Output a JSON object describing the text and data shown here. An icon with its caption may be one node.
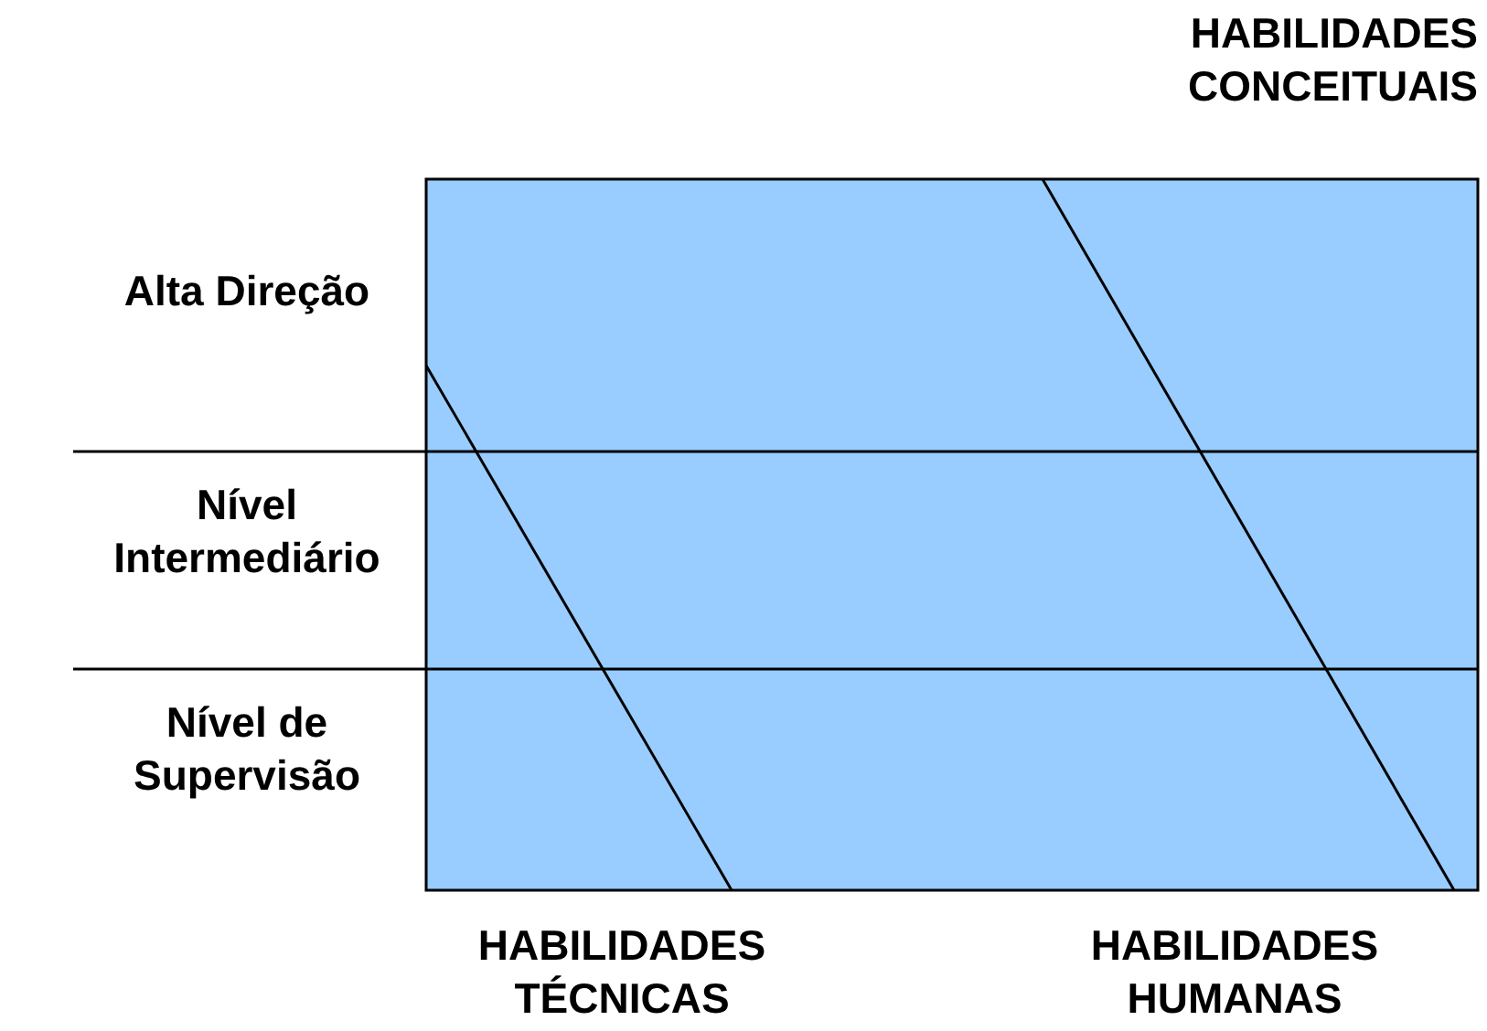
{
  "diagram": {
    "labels": [
      "HABILIDADES CONCEITUAIS",
      "Alta Direção",
      "Nível Intermediário",
      "Nível de Supervisão",
      "HABILIDADES TÉCNICAS",
      "HABILIDADES HUMANAS"
    ]
  }
}
